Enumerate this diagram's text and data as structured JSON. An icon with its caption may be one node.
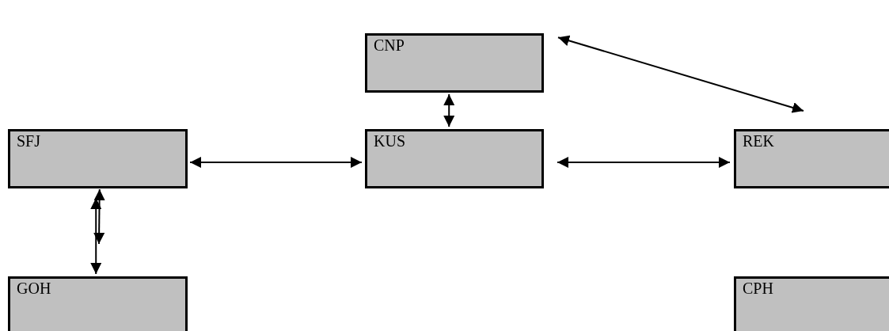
{
  "diagram": {
    "nodes": [
      {
        "text": [
          "CNP"
        ]
      },
      {
        "text": [
          "SFJ"
        ]
      },
      {
        "text": [
          "KUS"
        ]
      },
      {
        "text": [
          "REK"
        ]
      },
      {
        "text": [
          "GOH"
        ]
      },
      {
        "text": [
          "CPH"
        ]
      }
    ],
    "edges": [
      {
        "from": 0,
        "to": 2,
        "arrow": "both"
      },
      {
        "from": 0,
        "to": 3,
        "arrow": "both"
      },
      {
        "from": 1,
        "to": 2,
        "arrow": "both"
      },
      {
        "from": 2,
        "to": 3,
        "arrow": "both"
      },
      {
        "from": 1,
        "to": null,
        "arrow": "both"
      },
      {
        "from": 1,
        "to": 4,
        "arrow": "both"
      }
    ]
  }
}
